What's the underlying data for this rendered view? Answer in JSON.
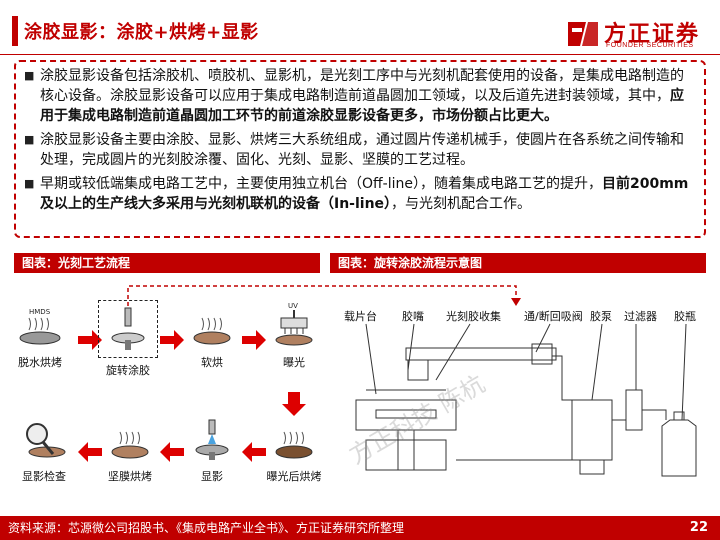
{
  "header": {
    "title": "涂胶显影：涂胶+烘烤+显影",
    "logo_cn": "方正证券",
    "logo_en": "FOUNDER SECURITIES"
  },
  "bullets": [
    {
      "plain": "涂胶显影设备包括涂胶机、喷胶机、显影机，是光刻工序中与光刻机配套使用的设备，是集成电路制造的核心设备。涂胶显影设备可以应用于集成电路制造前道晶圆加工领域，以及后道先进封装领域，其中，",
      "bold": "应用于集成电路制造前道晶圆加工环节的前道涂胶显影设备更多，市场份额占比更大。",
      "tail": ""
    },
    {
      "plain": "涂胶显影设备主要由涂胶、显影、烘烤三大系统组成，通过圆片传递机械手，使圆片在各系统之间传输和处理，完成圆片的光刻胶涂覆、固化、光刻、显影、坚膜的工艺过程。",
      "bold": "",
      "tail": ""
    },
    {
      "plain": "早期或较低端集成电路工艺中，主要使用独立机台（Off-line），随着集成电路工艺的提升，",
      "bold": "目前200mm及以上的生产线大多采用与光刻机联机的设备（In-line）",
      "tail": "，与光刻机配合工作。"
    }
  ],
  "figures": {
    "left_title": "图表：光刻工艺流程",
    "right_title": "图表：旋转涂胶流程示意图"
  },
  "process_steps": [
    {
      "label": "脱水烘烤",
      "icon": "dehydration-bake-icon",
      "sub": "HMDS"
    },
    {
      "label": "旋转涂胶",
      "icon": "spin-coat-icon"
    },
    {
      "label": "软烘",
      "icon": "soft-bake-icon"
    },
    {
      "label": "曝光",
      "icon": "exposure-icon",
      "sub": "UV"
    },
    {
      "label": "曝光后烘烤",
      "icon": "post-exposure-bake-icon"
    },
    {
      "label": "显影",
      "icon": "develop-icon"
    },
    {
      "label": "坚膜烘烤",
      "icon": "hard-bake-icon"
    },
    {
      "label": "显影检查",
      "icon": "inspection-icon"
    }
  ],
  "diagram_labels": [
    "载片台",
    "胶嘴",
    "光刻胶收集",
    "通/断回吸阀",
    "胶泵",
    "过滤器",
    "胶瓶"
  ],
  "watermark": "方正科技 陈杭",
  "footer": {
    "source": "资料来源：芯源微公司招股书、《集成电路产业全书》、方正证券研究所整理",
    "page": "22"
  },
  "colors": {
    "accent": "#c00000"
  }
}
